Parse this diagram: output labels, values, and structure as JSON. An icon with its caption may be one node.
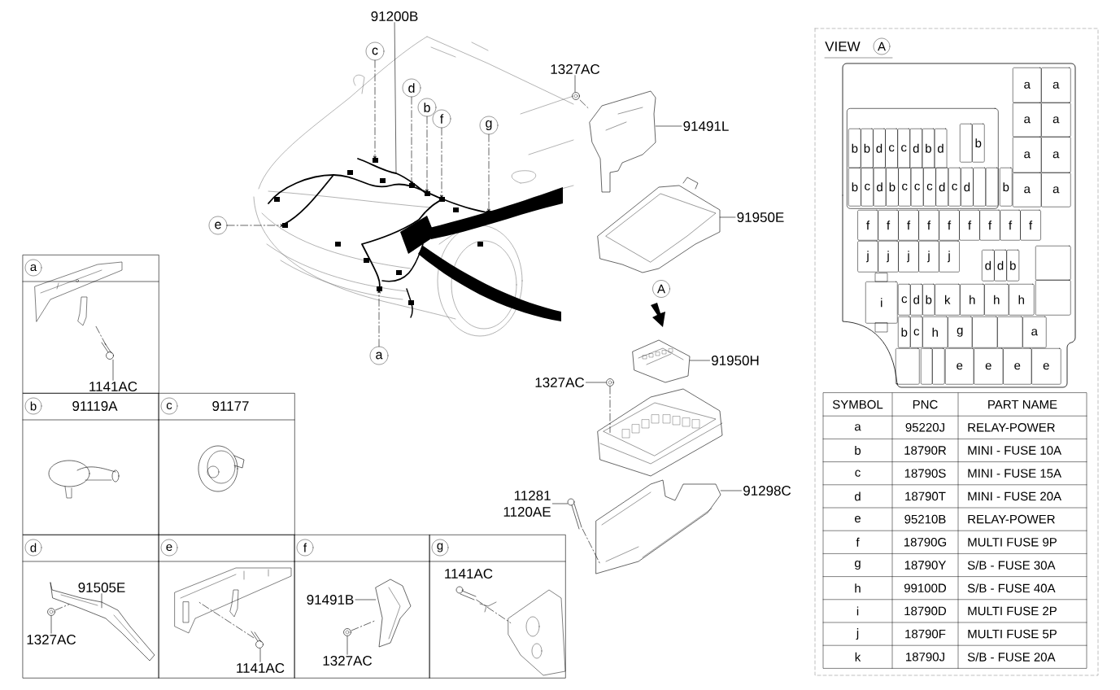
{
  "diagram": {
    "nodes": [
      {
        "text": [
          "91200B"
        ]
      },
      {
        "text": [
          "c"
        ]
      },
      {
        "text": [
          "d"
        ]
      },
      {
        "text": [
          "b"
        ]
      },
      {
        "text": [
          "f"
        ]
      },
      {
        "text": [
          "g"
        ]
      },
      {
        "text": [
          "e"
        ]
      },
      {
        "text": [
          "a"
        ]
      },
      {
        "text": [
          "1327AC"
        ]
      },
      {
        "text": [
          "91491L"
        ]
      },
      {
        "text": [
          "91950E"
        ]
      },
      {
        "text": [
          "91950H"
        ]
      },
      {
        "text": [
          "1327AC"
        ]
      },
      {
        "text": [
          "91298C"
        ]
      },
      {
        "text": [
          "11281",
          "1120AE"
        ]
      },
      {
        "text": [
          "a"
        ]
      },
      {
        "text": [
          "1141AC"
        ],
        "in": 15
      },
      {
        "text": [
          "b",
          "91119A"
        ]
      },
      {
        "text": [
          "c",
          "91177"
        ]
      },
      {
        "text": [
          "d"
        ]
      },
      {
        "text": [
          "91505E"
        ],
        "in": 19
      },
      {
        "text": [
          "1327AC"
        ],
        "in": 19
      },
      {
        "text": [
          "e"
        ]
      },
      {
        "text": [
          "1141AC"
        ],
        "in": 22
      },
      {
        "text": [
          "f"
        ]
      },
      {
        "text": [
          "91491B"
        ],
        "in": 24
      },
      {
        "text": [
          "1327AC"
        ],
        "in": 24
      },
      {
        "text": [
          "g"
        ]
      },
      {
        "text": [
          "1141AC"
        ],
        "in": 27
      },
      {
        "text": [],
        "shape": "box"
      },
      {
        "text": [],
        "shape": "box",
        "in": 29
      },
      {
        "text": [
          "a"
        ],
        "in": 29
      },
      {
        "text": [
          "a"
        ],
        "in": 29
      },
      {
        "text": [
          "a"
        ],
        "in": 29
      },
      {
        "text": [
          "a"
        ],
        "in": 29
      },
      {
        "text": [
          "a"
        ],
        "in": 29
      },
      {
        "text": [
          "a"
        ],
        "in": 29
      },
      {
        "text": [
          "a"
        ],
        "in": 29
      },
      {
        "text": [
          "a"
        ],
        "in": 29
      },
      {
        "text": [],
        "shape": "box",
        "in": 30
      },
      {
        "text": [
          "b"
        ],
        "in": 30
      },
      {
        "text": [
          "b"
        ],
        "in": 30
      },
      {
        "text": [
          "b"
        ],
        "in": 30
      },
      {
        "text": [
          "d"
        ],
        "in": 30
      },
      {
        "text": [
          "c"
        ],
        "in": 30
      },
      {
        "text": [
          "c"
        ],
        "in": 30
      },
      {
        "text": [
          "d"
        ],
        "in": 30
      },
      {
        "text": [
          "b"
        ],
        "in": 30
      },
      {
        "text": [
          "d"
        ],
        "in": 30
      },
      {
        "text": [
          "b"
        ],
        "in": 30
      },
      {
        "text": [
          "c"
        ],
        "in": 30
      },
      {
        "text": [
          "d"
        ],
        "in": 30
      },
      {
        "text": [
          "b"
        ],
        "in": 30
      },
      {
        "text": [
          "c"
        ],
        "in": 30
      },
      {
        "text": [
          "c"
        ],
        "in": 30
      },
      {
        "text": [
          "c"
        ],
        "in": 30
      },
      {
        "text": [
          "d"
        ],
        "in": 30
      },
      {
        "text": [
          "c"
        ],
        "in": 30
      },
      {
        "text": [
          "d"
        ],
        "in": 30
      },
      {
        "text": [],
        "shape": "box",
        "in": 30
      },
      {
        "text": [],
        "shape": "box",
        "in": 30
      },
      {
        "text": [
          "b"
        ],
        "in": 29
      },
      {
        "text": [
          "f"
        ],
        "in": 29
      },
      {
        "text": [
          "f"
        ],
        "in": 29
      },
      {
        "text": [
          "f"
        ],
        "in": 29
      },
      {
        "text": [
          "f"
        ],
        "in": 29
      },
      {
        "text": [
          "f"
        ],
        "in": 29
      },
      {
        "text": [
          "f"
        ],
        "in": 29
      },
      {
        "text": [
          "f"
        ],
        "in": 29
      },
      {
        "text": [
          "f"
        ],
        "in": 29
      },
      {
        "text": [
          "f"
        ],
        "in": 29
      },
      {
        "text": [
          "j"
        ],
        "in": 29
      },
      {
        "text": [
          "j"
        ],
        "in": 29
      },
      {
        "text": [
          "j"
        ],
        "in": 29
      },
      {
        "text": [
          "j"
        ],
        "in": 29
      },
      {
        "text": [
          "j"
        ],
        "in": 29
      },
      {
        "text": [
          "d"
        ],
        "in": 29
      },
      {
        "text": [
          "d"
        ],
        "in": 29
      },
      {
        "text": [
          "b"
        ],
        "in": 29
      },
      {
        "text": [],
        "shape": "box",
        "in": 29
      },
      {
        "text": [],
        "shape": "box",
        "in": 29
      },
      {
        "text": [
          "i"
        ],
        "in": 29
      },
      {
        "text": [
          "c"
        ],
        "in": 29
      },
      {
        "text": [
          "d"
        ],
        "in": 29
      },
      {
        "text": [
          "b"
        ],
        "in": 29
      },
      {
        "text": [
          "k"
        ],
        "in": 29
      },
      {
        "text": [
          "h"
        ],
        "in": 29
      },
      {
        "text": [
          "h"
        ],
        "in": 29
      },
      {
        "text": [
          "h"
        ],
        "in": 29
      },
      {
        "text": [
          "b"
        ],
        "in": 29
      },
      {
        "text": [
          "c"
        ],
        "in": 29
      },
      {
        "text": [
          "h"
        ],
        "in": 29
      },
      {
        "text": [
          "g"
        ],
        "in": 29
      },
      {
        "text": [],
        "shape": "box",
        "in": 29
      },
      {
        "text": [],
        "shape": "box",
        "in": 29
      },
      {
        "text": [
          "a"
        ],
        "in": 29
      },
      {
        "text": [],
        "shape": "box",
        "in": 29
      },
      {
        "text": [],
        "shape": "box",
        "in": 29
      },
      {
        "text": [],
        "shape": "box",
        "in": 29
      },
      {
        "text": [
          "e"
        ],
        "in": 29
      },
      {
        "text": [
          "e"
        ],
        "in": 29
      },
      {
        "text": [
          "e"
        ],
        "in": 29
      },
      {
        "text": [
          "e"
        ],
        "in": 29
      },
      {
        "text": [],
        "shape": "picture"
      },
      {
        "text": [],
        "shape": "picture"
      },
      {
        "text": [],
        "shape": "picture"
      },
      {
        "text": [],
        "shape": "picture"
      },
      {
        "text": [],
        "shape": "picture"
      },
      {
        "text": [],
        "shape": "picture"
      },
      {
        "text": [],
        "shape": "picture"
      },
      {
        "text": [],
        "shape": "picture",
        "in": 15
      },
      {
        "text": [],
        "shape": "picture",
        "in": 19
      },
      {
        "text": [],
        "shape": "picture",
        "in": 19
      },
      {
        "text": [],
        "shape": "picture",
        "in": 22
      },
      {
        "text": [],
        "shape": "picture",
        "in": 24
      },
      {
        "text": [],
        "shape": "picture",
        "in": 24
      },
      {
        "text": [],
        "shape": "picture"
      },
      {
        "text": [],
        "shape": "picture",
        "in": 15
      },
      {
        "text": [],
        "shape": "picture",
        "in": 22
      },
      {
        "text": [],
        "shape": "picture",
        "in": 27
      },
      {
        "text": [],
        "shape": "picture",
        "in": 27
      }
    ],
    "edges": [
      {
        "from": 0,
        "to": null,
        "arrow": "none"
      },
      {
        "from": 1,
        "to": null,
        "arrow": "to",
        "style": "dashed"
      },
      {
        "from": 2,
        "to": null,
        "arrow": "to",
        "style": "dashed"
      },
      {
        "from": 3,
        "to": null,
        "arrow": "to",
        "style": "dashed"
      },
      {
        "from": 4,
        "to": null,
        "arrow": "to",
        "style": "dashed"
      },
      {
        "from": 5,
        "to": null,
        "arrow": "to",
        "style": "dashed"
      },
      {
        "from": 6,
        "to": null,
        "arrow": "to",
        "style": "dashed"
      },
      {
        "from": 7,
        "to": null,
        "arrow": "to",
        "style": "dashed"
      },
      {
        "from": 8,
        "to": 103,
        "arrow": "none"
      },
      {
        "from": 9,
        "to": 104,
        "arrow": "none"
      },
      {
        "from": 10,
        "to": 105,
        "arrow": "none"
      },
      {
        "from": 11,
        "to": 106,
        "arrow": "none"
      },
      {
        "from": 12,
        "to": 107,
        "arrow": "none"
      },
      {
        "from": 13,
        "to": 108,
        "arrow": "none"
      },
      {
        "from": 14,
        "to": 109,
        "arrow": "none"
      },
      {
        "from": 16,
        "to": 117,
        "arrow": "none"
      },
      {
        "from": 20,
        "to": 111,
        "arrow": "none"
      },
      {
        "from": 21,
        "to": 112,
        "arrow": "none"
      },
      {
        "from": 23,
        "to": 118,
        "arrow": "none"
      },
      {
        "from": 25,
        "to": 114,
        "arrow": "none"
      },
      {
        "from": 26,
        "to": 115,
        "arrow": "none"
      },
      {
        "from": 103,
        "to": 104,
        "arrow": "none",
        "style": "dashed"
      },
      {
        "from": 107,
        "to": 116,
        "arrow": "none",
        "style": "dashed"
      },
      {
        "from": 109,
        "to": 108,
        "arrow": "none",
        "style": "dashed"
      },
      {
        "from": 117,
        "to": 110,
        "arrow": "none",
        "style": "dashed"
      },
      {
        "from": 112,
        "to": 111,
        "arrow": "none",
        "style": "dashed"
      },
      {
        "from": 118,
        "to": 113,
        "arrow": "none",
        "style": "dashed"
      },
      {
        "from": 115,
        "to": 114,
        "arrow": "none",
        "style": "dashed"
      },
      {
        "from": 119,
        "to": 120,
        "arrow": "none",
        "style": "dashed"
      }
    ],
    "labels": [
      "VIEW",
      "A",
      "A",
      "SYMBOL",
      "PNC",
      "PART NAME",
      "a",
      "95220J",
      "RELAY-POWER",
      "b",
      "18790R",
      "MINI - FUSE 10A",
      "c",
      "18790S",
      "MINI - FUSE 15A",
      "d",
      "18790T",
      "MINI - FUSE 20A",
      "e",
      "95210B",
      "RELAY-POWER",
      "f",
      "18790G",
      "MULTI FUSE 9P",
      "g",
      "18790Y",
      "S/B - FUSE 30A",
      "h",
      "99100D",
      "S/B - FUSE 40A",
      "i",
      "18790D",
      "MULTI FUSE 2P",
      "j",
      "18790F",
      "MULTI FUSE 5P",
      "k",
      "18790J",
      "S/B - FUSE 20A"
    ]
  }
}
